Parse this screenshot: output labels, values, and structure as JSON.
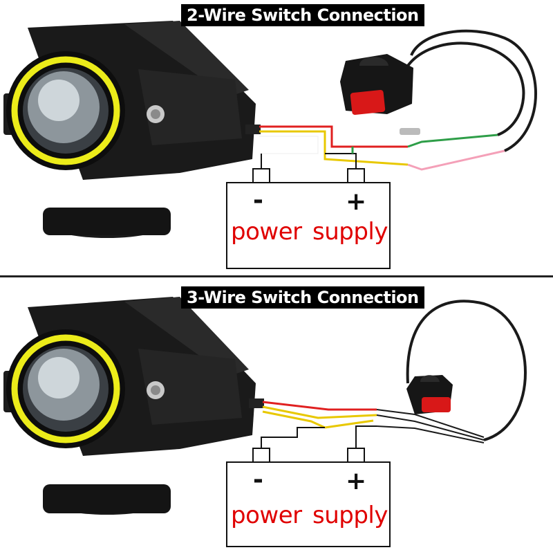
{
  "diagrams": [
    {
      "title": "2-Wire Switch Connection",
      "battery": {
        "negative": "-",
        "positive": "+",
        "label_left": "power",
        "label_right": "supply"
      }
    },
    {
      "title": "3-Wire Switch Connection",
      "battery": {
        "negative": "-",
        "positive": "+",
        "label_left": "power",
        "label_right": "supply"
      }
    }
  ],
  "colors": {
    "lamp_body": "#111111",
    "halo_ring": "#ecec1a",
    "wire_red": "#e02020",
    "wire_yellow": "#e8c800",
    "wire_green": "#2e9e48",
    "wire_pink": "#f4a0b8",
    "switch_button": "#d81818",
    "label_text": "#e00000"
  },
  "icons": [
    "led-spotlight-icon",
    "handlebar-switch-icon",
    "battery-icon"
  ]
}
